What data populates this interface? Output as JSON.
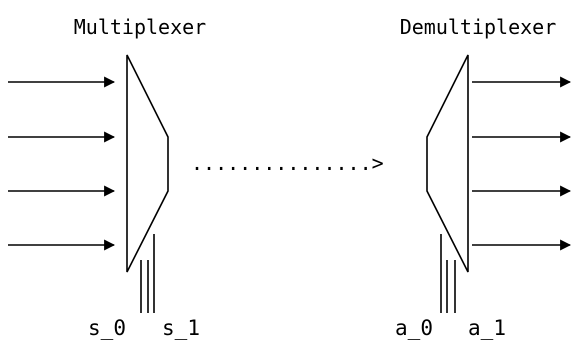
{
  "diagram": {
    "multiplexer_title": "Multiplexer",
    "demultiplexer_title": "Demultiplexer",
    "channel": "...............>",
    "mux_select_labels": [
      "s_0",
      "s_1"
    ],
    "demux_select_labels": [
      "a_0",
      "a_1"
    ]
  }
}
